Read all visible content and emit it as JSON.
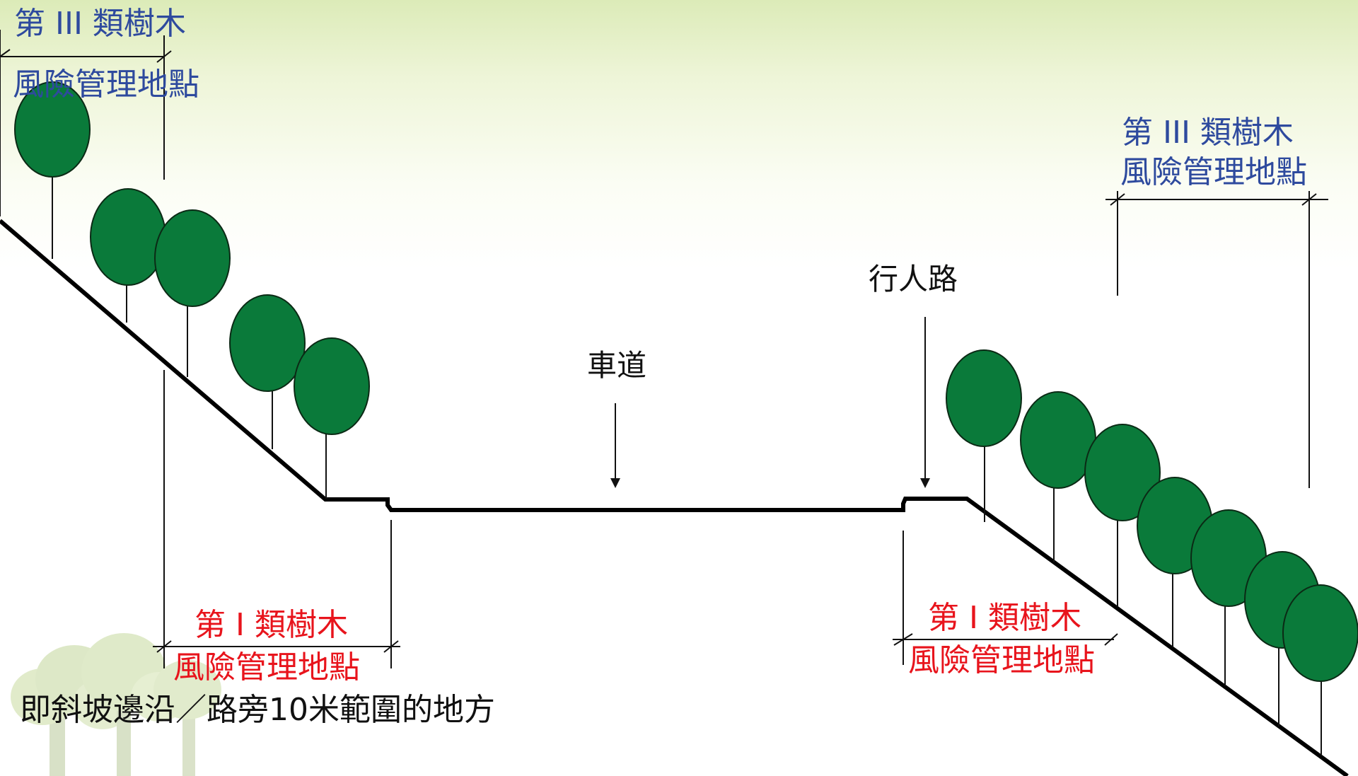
{
  "colors": {
    "tree_fill": "#0a7a3a",
    "tree_outline": "#0b2a15",
    "ground_line": "#000000",
    "class3_label": "#2e4a9e",
    "class1_label": "#e8141c",
    "background_top": "#dcebb8"
  },
  "labels": {
    "left_top": {
      "line1": "第 III 類樹木",
      "line2": "風險管理地點"
    },
    "right_top": {
      "line1": "第 III 類樹木",
      "line2": "風險管理地點"
    },
    "left_bottom": {
      "line1": "第 I 類樹木",
      "line2": "風險管理地點"
    },
    "right_bottom": {
      "line1": "第 I 類樹木",
      "line2": "風險管理地點"
    },
    "carriageway": "車道",
    "footpath": "行人路",
    "caption": "即斜坡邊沿／路旁10米範圍的地方"
  },
  "icons": [
    "tree-icon",
    "arrow-down-icon",
    "dimension-line-icon"
  ]
}
